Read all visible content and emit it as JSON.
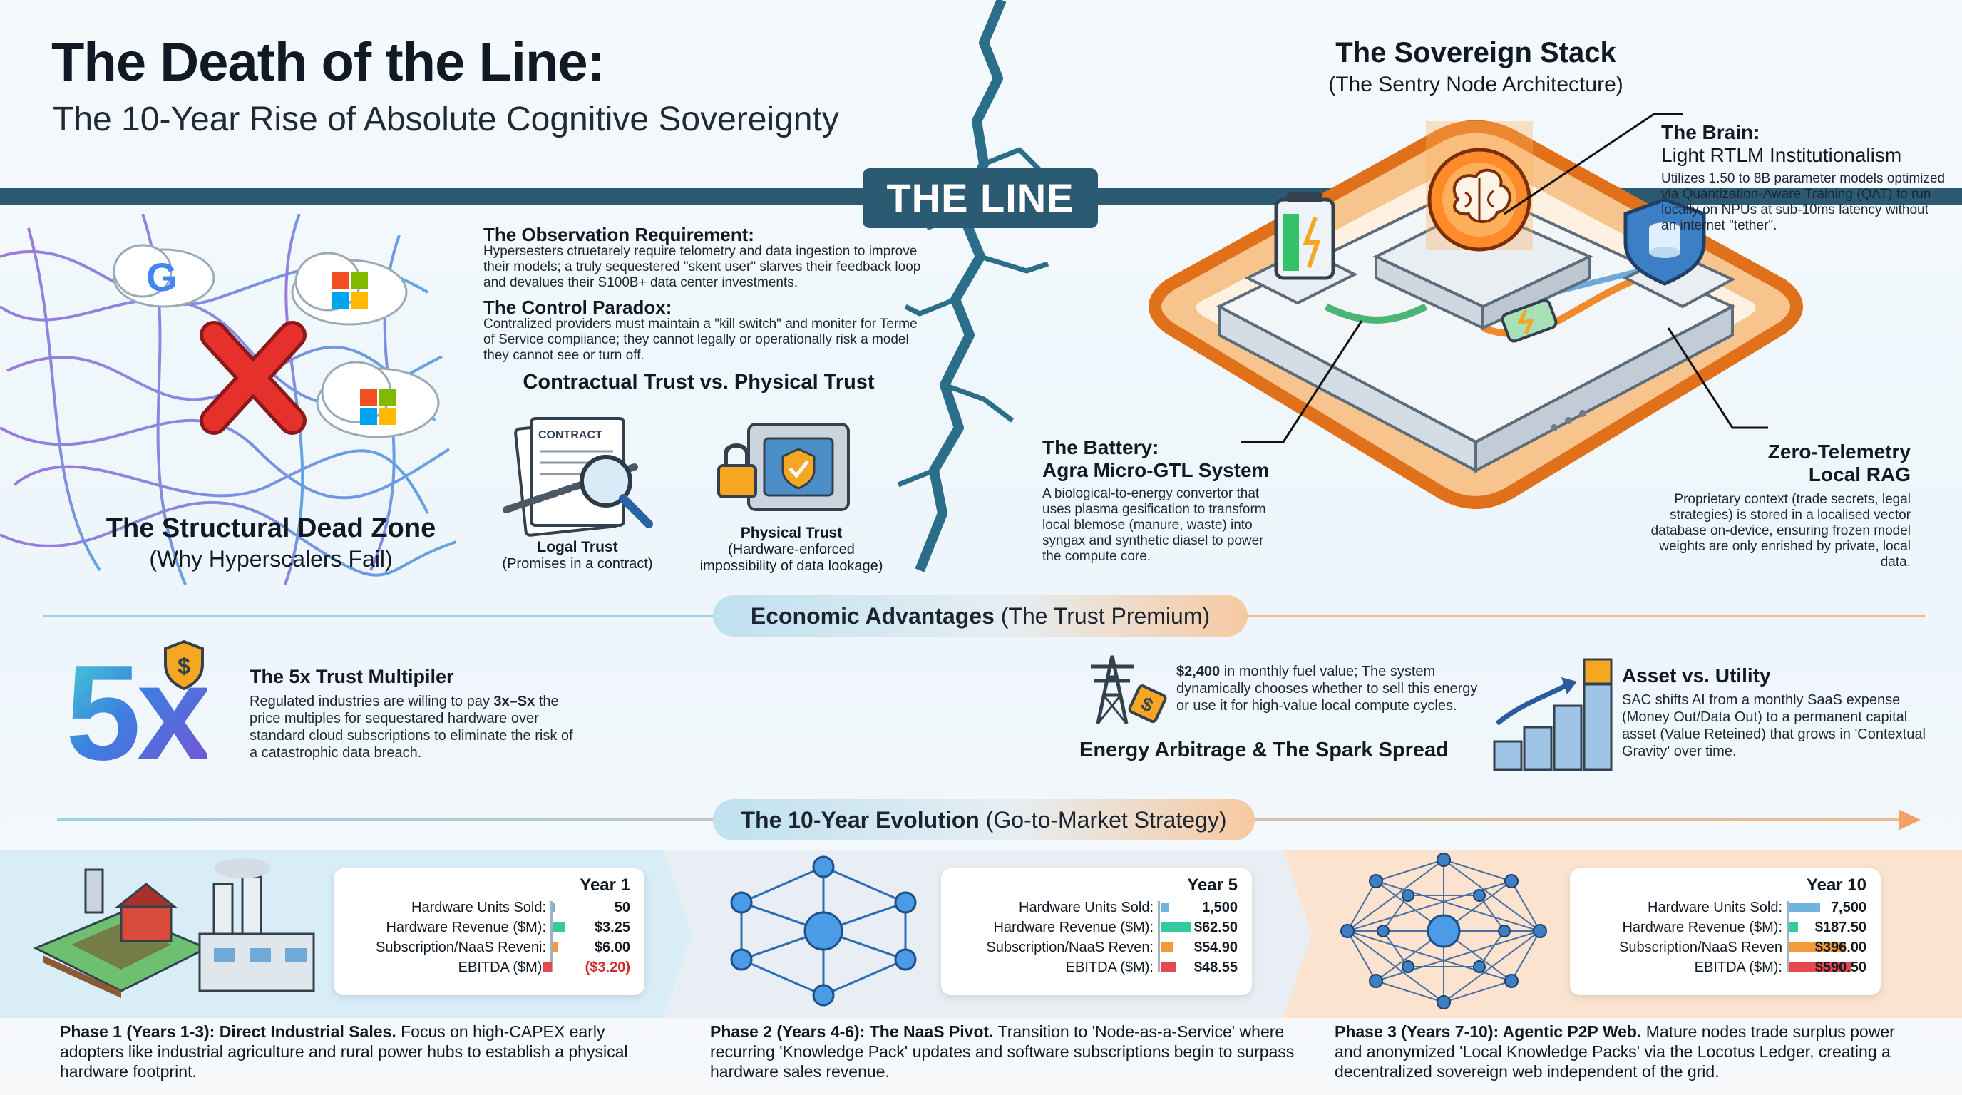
{
  "header": {
    "title": "The Death of the Line:",
    "subtitle": "The 10-Year Rise of Absolute Cognitive Sovereignty"
  },
  "the_line": {
    "label": "THE LINE"
  },
  "dead_zone": {
    "title": "The Structural Dead Zone",
    "subtitle": "(Why Hyperscalers Fail)"
  },
  "observation": {
    "title": "The Observation Requirement:",
    "text": "Hypersesters ctruetarely require telometry and data ingestion to improve their models; a truly sequestered \"skent user\" slarves their feedback loop and devalues their S100B+ data center investments."
  },
  "control": {
    "title": "The Control Paradox:",
    "text": "Contralized providers must maintain a \"kill switch\" and moniter for Terme of Service compiiance; they cannot legally or operationally risk a model they cannot see or turn off."
  },
  "trust": {
    "title": "Contractual Trust vs. Physical Trust",
    "contract_word": "CONTRACT",
    "legal_title": "Logal Trust",
    "legal_sub": "(Promises in a contract)",
    "physical_title": "Physical Trust",
    "physical_sub_1": "(Hardware-enforced",
    "physical_sub_2": "impossibility of data lookage)"
  },
  "stack": {
    "title": "The Sovereign Stack",
    "subtitle": "(The Sentry Node Architecture)",
    "brain_title": "The Brain:",
    "brain_sub": "Light RTLM Institutionalism",
    "brain_text": "Utilizes 1.50 to 8B parameter models optimized via Quantization-Aware Training (QAT) to run locally on NPUs at sub-10ms latency without an internet \"tether\".",
    "battery_title": "The Battery:",
    "battery_sub": "Agra Micro-GTL System",
    "battery_text": "A biological-to-energy convertor that uses plasma gesification to transform local blemose (manure, waste) into syngax and synthetic diasel to power the compute core.",
    "rag_title_1": "Zero-Telemetry",
    "rag_title_2": "Local RAG",
    "rag_text": "Proprietary context (trade secrets, legal strategies) is stored in a localised vector database on-device, ensuring frozen model weights are only enrished by private, local data."
  },
  "economic": {
    "pill_bold": "Economic Advantages",
    "pill_rest": " (The Trust Premium)",
    "five_x": "5x",
    "multiplier_title": "The 5x Trust Multipiler",
    "multiplier_text_a": "Regulated industries are willing to pay ",
    "multiplier_text_b": "3x–Sx",
    "multiplier_text_c": " the price multiples for sequestared hardware over standard cloud subscriptions to eliminate the risk of a catastrophic data breach.",
    "energy_lead": "$2,400",
    "energy_text": " in monthly fuel value; The system dynamically chooses whether to sell this energy or use it for high-value local compute cycles.",
    "energy_title": "Energy Arbitrage & The Spark Spread",
    "asset_title": "Asset vs. Utility",
    "asset_text": "SAC shifts AI from a monthly SaaS expense (Money Out/Data Out) to a permanent capital asset (Value Reteined) that grows in 'Contextual Gravity' over time.",
    "tag_symbol": "$"
  },
  "evolution": {
    "pill_bold": "The 10-Year Evolution",
    "pill_rest": " (Go-to-Market Strategy)"
  },
  "colors": {
    "line": "#2a5b72",
    "bar_units": "#6fb3e0",
    "bar_hw": "#35c9a0",
    "bar_sub": "#f39a3c",
    "bar_ebitda": "#e5484d",
    "negative": "#d02b2b"
  },
  "phases": [
    {
      "year": "Year 1",
      "labels": [
        "Hardware Units Sold:",
        "Hardware Revenue ($M):",
        "Subscription/NaaS Reveni:",
        "EBITDA ($M):"
      ],
      "values": [
        "50",
        "$3.25",
        "$6.00",
        "($3.20)"
      ],
      "bar_fractions": [
        0.02,
        0.18,
        0.06,
        -0.12
      ],
      "title": "Phase 1 (Years 1-3): Direct Industrial Sales.",
      "text": " Focus on high-CAPEX early adopters like industrial agriculture and rural power hubs to establish a physical hardware footprint."
    },
    {
      "year": "Year 5",
      "labels": [
        "Hardware Units Sold:",
        "Hardware Revenue ($M):",
        "Subscription/NaaS Reven:",
        "EBITDA ($M):"
      ],
      "values": [
        "1,500",
        "$62.50",
        "$54.90",
        "$48.55"
      ],
      "bar_fractions": [
        0.12,
        0.45,
        0.18,
        0.22
      ],
      "title": "Phase 2 (Years 4-6): The NaaS Pivot.",
      "text": " Transition to 'Node-as-a-Service' where recurring 'Knowledge Pack' updates and software subscriptions begin to surpass hardware sales revenue."
    },
    {
      "year": "Year 10",
      "labels": [
        "Hardware Units Sold:",
        "Hardware Revenue ($M):",
        "Subscription/NaaS Reven",
        "EBITDA ($M):"
      ],
      "values": [
        "7,500",
        "$187.50",
        "$396.00",
        "$590.50"
      ],
      "bar_fractions": [
        0.45,
        0.12,
        0.82,
        0.9
      ],
      "title": "Phase 3 (Years 7-10): Agentic P2P Web.",
      "text": " Mature nodes trade surplus power and anonymized 'Local Knowledge Packs' via the Locotus Ledger, creating a decentralized sovereign web independent of the grid."
    }
  ]
}
